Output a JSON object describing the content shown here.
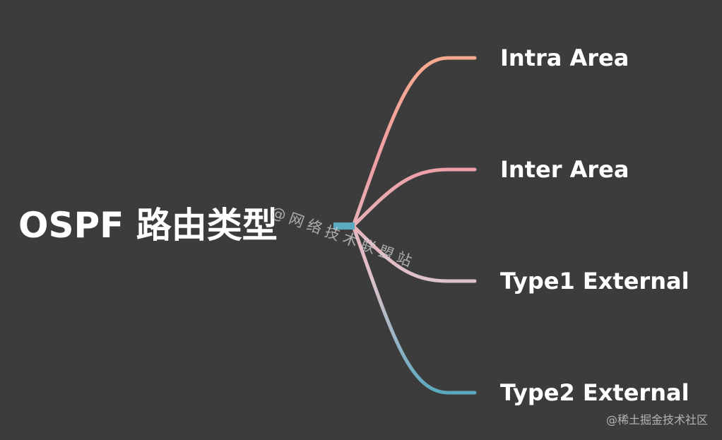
{
  "diagram": {
    "root": {
      "label": "OSPF 路由类型",
      "color": "#5aa9bf"
    },
    "branches": [
      {
        "label": "Intra Area",
        "color": "#f9a98d"
      },
      {
        "label": "Inter Area",
        "color": "#ef9fa6"
      },
      {
        "label": "Type1 External",
        "color": "#dfc2cb"
      },
      {
        "label": "Type2 External",
        "color": "#5aa9bf"
      }
    ],
    "gradient_colors": [
      "#f9a98d",
      "#ef9fa6",
      "#dfc2cb",
      "#5aa9bf"
    ]
  },
  "watermarks": {
    "diagonal": "@网络技术联盟站",
    "corner": "@稀土掘金技术社区"
  },
  "colors": {
    "background": "#3c3c3c",
    "text": "#ffffff"
  }
}
